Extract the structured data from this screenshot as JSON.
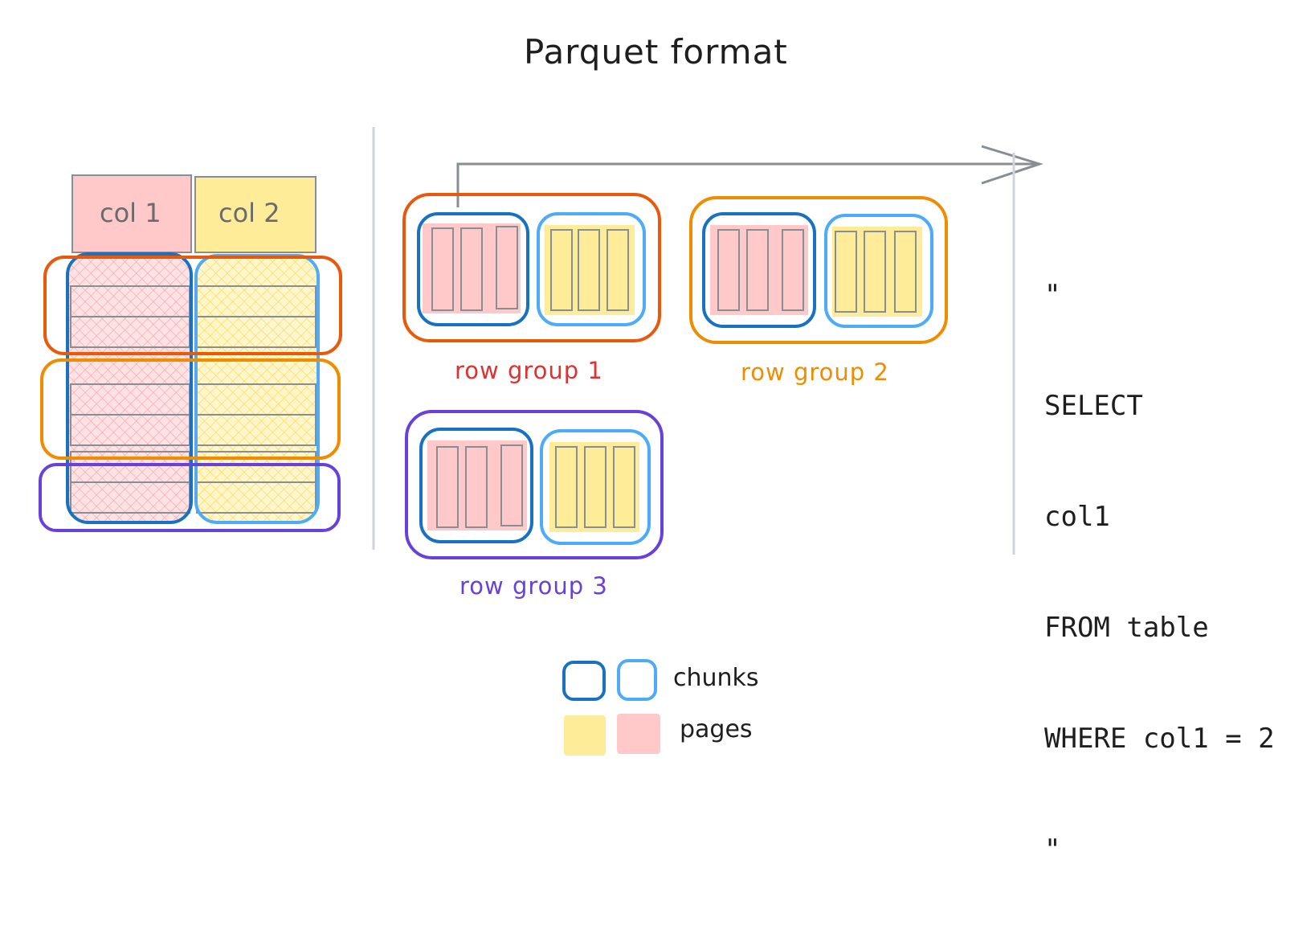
{
  "title": "Parquet format",
  "columns": [
    "col 1",
    "col 2"
  ],
  "row_groups": [
    {
      "label": "row group 1",
      "color": "#e8590c"
    },
    {
      "label": "row group 2",
      "color": "#f08c00"
    },
    {
      "label": "row group 3",
      "color": "#6741d9"
    }
  ],
  "query_lines": [
    "\"",
    "SELECT",
    "col1",
    "FROM table",
    "WHERE col1 = 2",
    "\""
  ],
  "legend": {
    "chunks_label": "chunks",
    "pages_label": "pages"
  },
  "colors": {
    "col1_page": "#ffc9c9",
    "col2_page": "#ffec99",
    "chunk_dark": "#1971c2",
    "chunk_light": "#4dabf7",
    "rowgroup1_label": "#e03131",
    "rowgroup2_label": "#f08c00",
    "rowgroup3_label": "#6741d9",
    "divider": "#ced4da"
  },
  "icons": [
    "arrow-right-icon",
    "chunk-dark-icon",
    "chunk-light-icon",
    "page-yellow-icon",
    "page-pink-icon"
  ]
}
